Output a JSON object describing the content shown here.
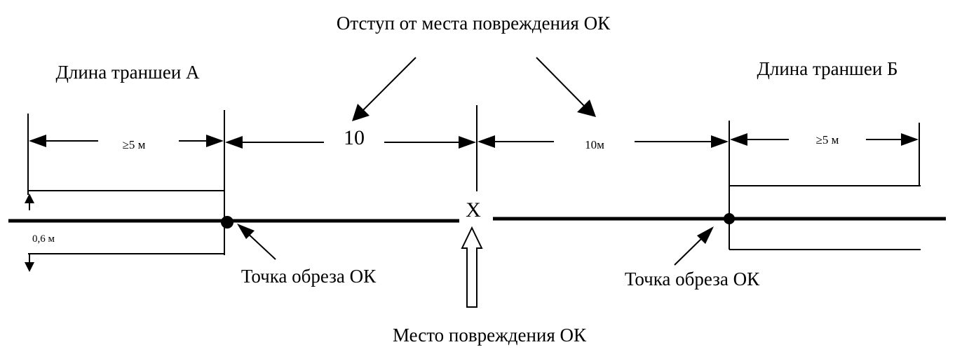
{
  "labels": {
    "offset_title": "Отступ от места повреждения ОК",
    "trench_a": "Длина траншеи А",
    "trench_b": "Длина траншеи Б",
    "dim_a": "≥5 м",
    "dim_center_left": "10",
    "dim_center_right": "10м",
    "dim_b": "≥5 м",
    "depth": "0,6 м",
    "damage_mark": "Х",
    "cut_point_left": "Точка обреза  ОК",
    "cut_point_right": "Точка обреза  ОК",
    "damage_place": "Место повреждения ОК"
  },
  "colors": {
    "line": "#000000",
    "background": "#ffffff"
  }
}
